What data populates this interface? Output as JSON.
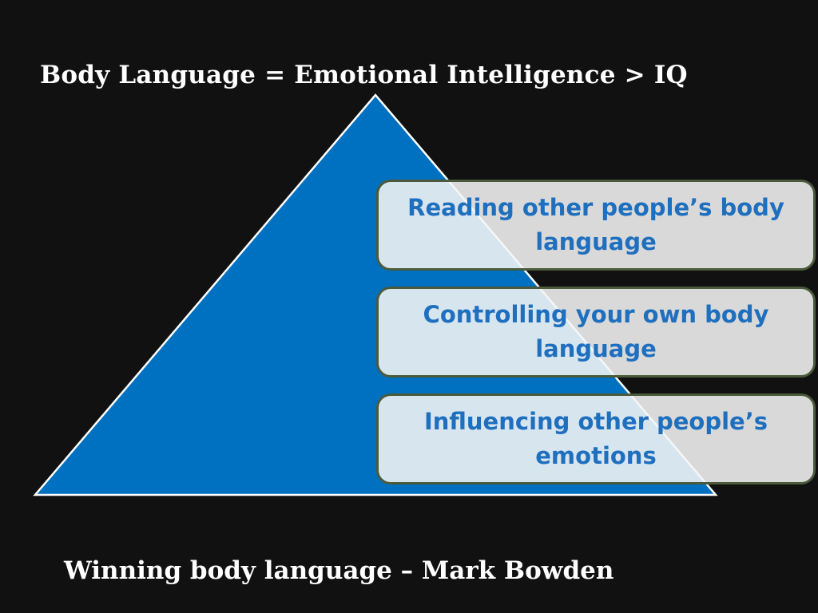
{
  "slide": {
    "title": "Body Language = Emotional Intelligence > IQ",
    "footer": "Winning body language – Mark Bowden"
  },
  "diagram": {
    "shape": "pyramid",
    "fill_color": "#0070c0",
    "outline_color": "#ffffff",
    "levels": [
      {
        "label": "Reading other people’s body language"
      },
      {
        "label": "Controlling your own body language"
      },
      {
        "label": "Influencing other people’s emotions"
      }
    ],
    "box_text_color": "#1f6fbf",
    "box_border_color": "#4a5a3a"
  }
}
